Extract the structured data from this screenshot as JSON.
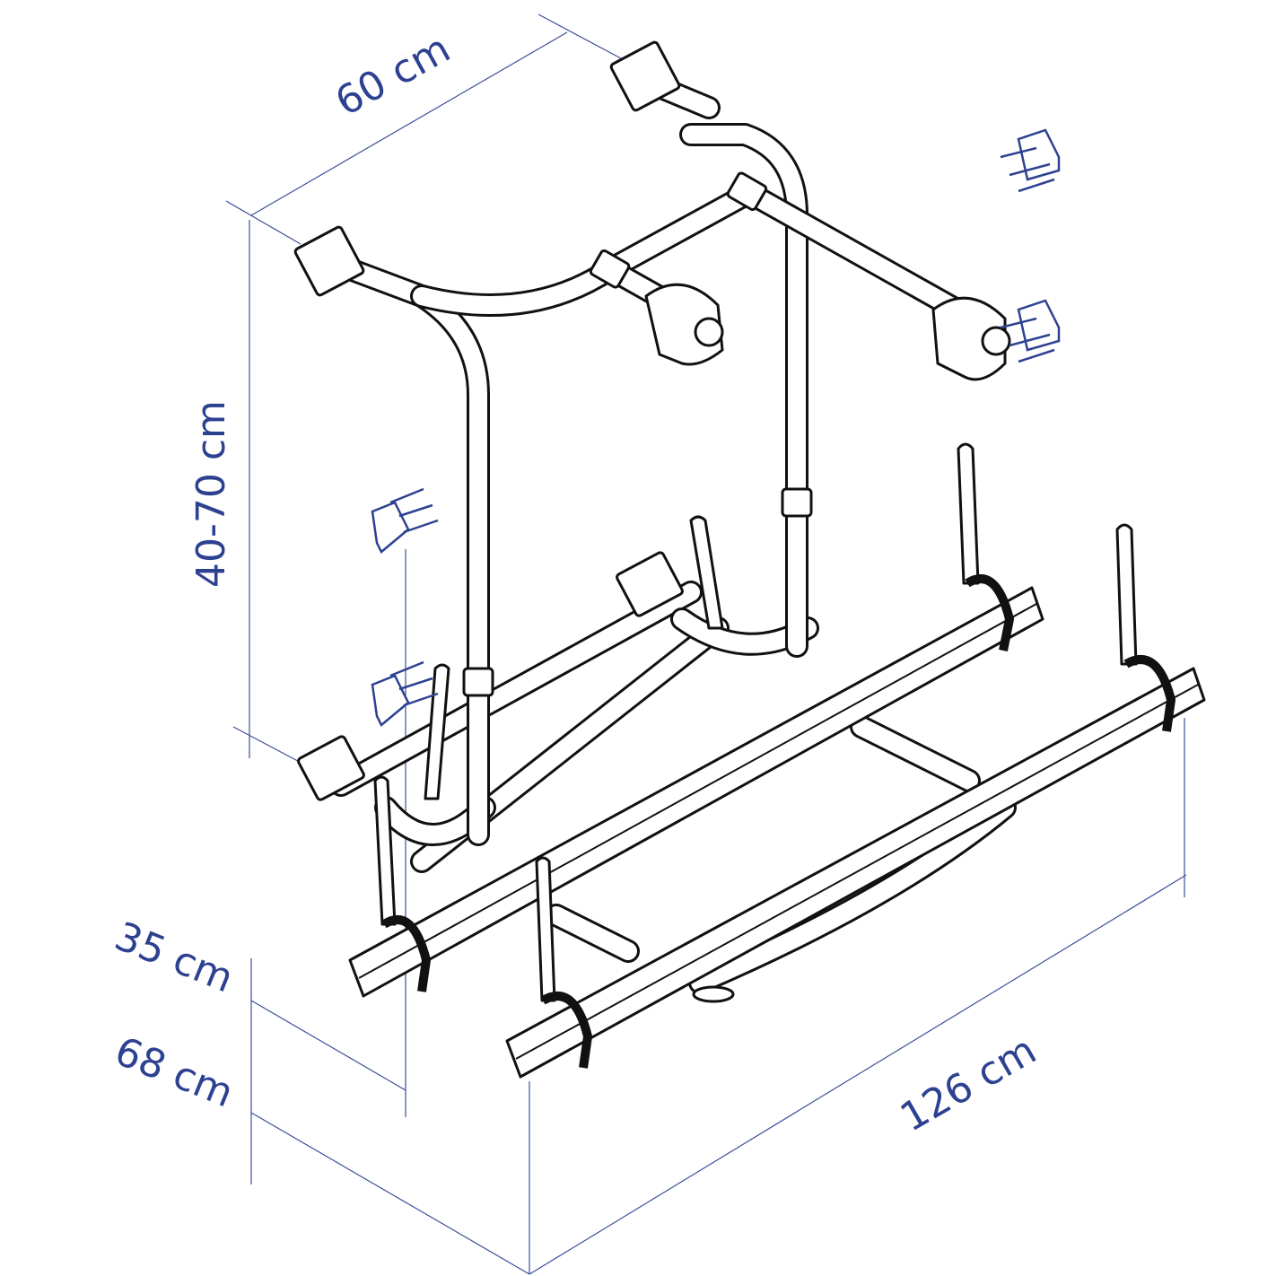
{
  "diagram": {
    "subject": "bike-carrier",
    "dimensions": {
      "depth": "60 cm",
      "height_range": "40-70 cm",
      "offset_top": "35 cm",
      "offset_bottom": "68 cm",
      "width": "126 cm"
    },
    "colors": {
      "dimension": "#2d4191",
      "drawing": "#111111"
    }
  }
}
